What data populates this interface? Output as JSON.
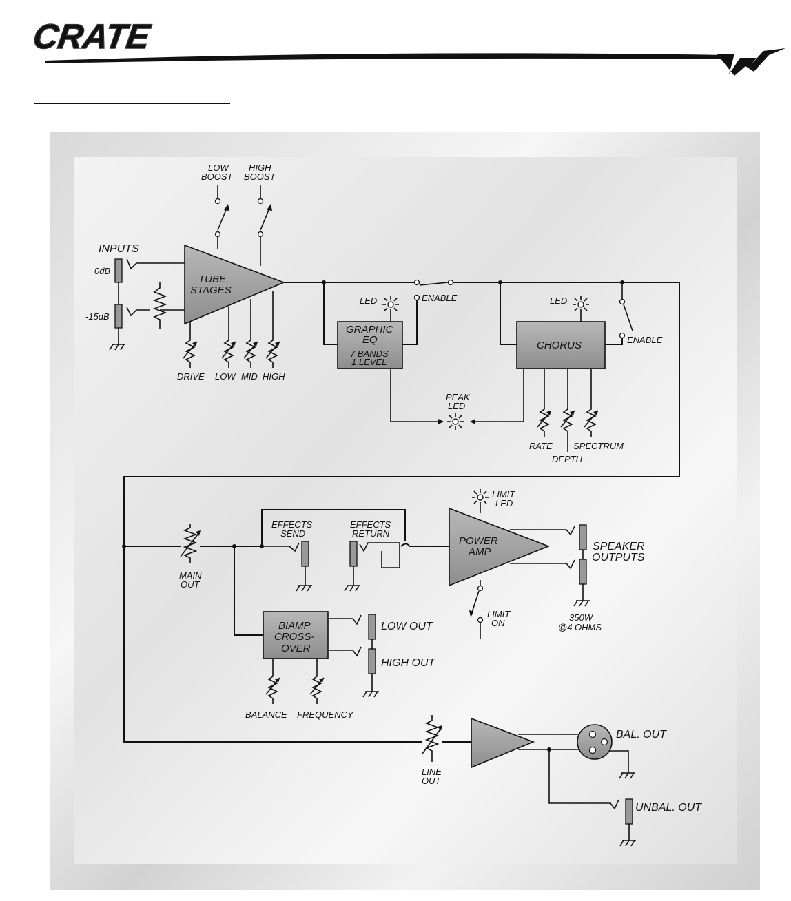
{
  "header": {
    "logo": "CRATE"
  },
  "diagram": {
    "inputs": {
      "title": "INPUTS",
      "level_0": "0dB",
      "level_15": "-15dB"
    },
    "tube": {
      "line1": "TUBE",
      "line2": "STAGES"
    },
    "low_boost": {
      "line1": "LOW",
      "line2": "BOOST"
    },
    "high_boost": {
      "line1": "HIGH",
      "line2": "BOOST"
    },
    "tube_controls": {
      "drive": "DRIVE",
      "low": "LOW",
      "mid": "MID",
      "high": "HIGH"
    },
    "geq": {
      "line1": "GRAPHIC",
      "line2": "EQ",
      "line3": "7 BANDS",
      "line4": "1 LEVEL",
      "led": "LED",
      "enable": "ENABLE"
    },
    "chorus": {
      "label": "CHORUS",
      "led": "LED",
      "enable": "ENABLE",
      "rate": "RATE",
      "depth": "DEPTH",
      "spectrum": "SPECTRUM"
    },
    "peak_led": {
      "line1": "PEAK",
      "line2": "LED"
    },
    "main_out": {
      "line1": "MAIN",
      "line2": "OUT"
    },
    "effects_send": {
      "line1": "EFFECTS",
      "line2": "SEND"
    },
    "effects_return": {
      "line1": "EFFECTS",
      "line2": "RETURN"
    },
    "power_amp": {
      "line1": "POWER",
      "line2": "AMP",
      "limit_led_1": "LIMIT",
      "limit_led_2": "LED",
      "limit_on_1": "LIMIT",
      "limit_on_2": "ON"
    },
    "speaker": {
      "line1": "SPEAKER",
      "line2": "OUTPUTS",
      "rating_1": "350W",
      "rating_2": "@4 OHMS"
    },
    "biamp": {
      "line1": "BIAMP",
      "line2": "CROSS-",
      "line3": "OVER",
      "low_out": "LOW OUT",
      "high_out": "HIGH OUT",
      "balance": "BALANCE",
      "frequency": "FREQUENCY"
    },
    "line_out": {
      "line1": "LINE",
      "line2": "OUT",
      "bal_out": "BAL. OUT",
      "unbal_out": "UNBAL. OUT"
    }
  },
  "colors": {
    "block_fill": "#a4a4a4",
    "panel_bg": "#e4e4e4"
  }
}
